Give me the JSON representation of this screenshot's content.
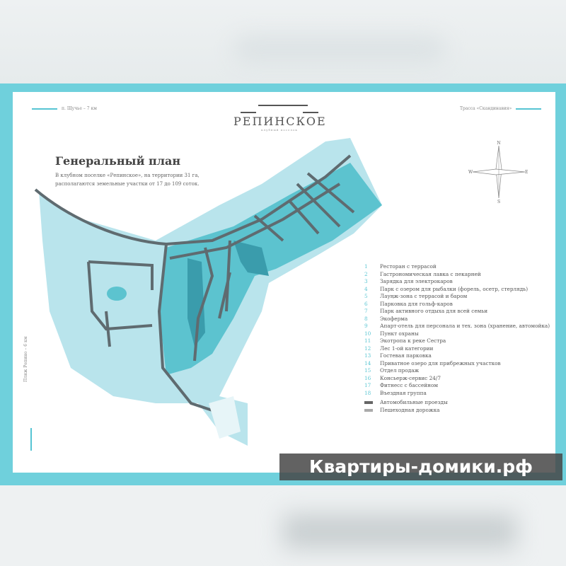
{
  "header": {
    "left_direction": "п. Щучье – 7 км",
    "right_direction": "Трасса «Скандинавия»",
    "bottom_direction": "Пляж Репино – 6 км"
  },
  "logo": {
    "name": "РЕПИНСКОЕ",
    "subtitle": "клубный поселок"
  },
  "plan": {
    "title": "Генеральный план",
    "description": "В клубном поселке «Репинское», на территории 31 га, располагаются земельные участки от 17 до 109 соток."
  },
  "compass": {
    "n": "N",
    "s": "S",
    "w": "W",
    "e": "E"
  },
  "legend": {
    "items": [
      {
        "num": "1",
        "label": "Ресторан с террасой"
      },
      {
        "num": "2",
        "label": "Гастрономическая лавка с пекарней"
      },
      {
        "num": "3",
        "label": "Зарядка для электрокаров"
      },
      {
        "num": "4",
        "label": "Парк с озером для рыбалки (форель, осетр, стерлядь)"
      },
      {
        "num": "5",
        "label": "Лауңж-зона с террасой и баром"
      },
      {
        "num": "6",
        "label": "Парковка для гольф-каров"
      },
      {
        "num": "7",
        "label": "Парк активного отдыха для всей семьи"
      },
      {
        "num": "8",
        "label": "Экоферма"
      },
      {
        "num": "9",
        "label": "Апарт-отель для персонала и тех. зона (хранение, автомойка)"
      },
      {
        "num": "10",
        "label": "Пункт охраны"
      },
      {
        "num": "11",
        "label": "Экотропа к реке Сестра"
      },
      {
        "num": "12",
        "label": "Лес 1-ой категории"
      },
      {
        "num": "13",
        "label": "Гостевая парковка"
      },
      {
        "num": "14",
        "label": "Приватное озеро для прибрежных участков"
      },
      {
        "num": "15",
        "label": "Отдел продаж"
      },
      {
        "num": "16",
        "label": "Консьерж-сервис 24/7"
      },
      {
        "num": "17",
        "label": "Фитнесс с бассейном"
      },
      {
        "num": "18",
        "label": "Въездная группа"
      }
    ],
    "roads": [
      {
        "label": "Автомобильные проезды",
        "color": "#666666"
      },
      {
        "label": "Пешеходная дорожка",
        "color": "#aaaaaa"
      }
    ]
  },
  "watermark": "Квартиры-домики.рф",
  "colors": {
    "frame": "#6fd0dc",
    "forest": "#b9e4ec",
    "plots": "#5cc3cf",
    "road": "#5f6b70",
    "accent": "#56c4d3"
  }
}
